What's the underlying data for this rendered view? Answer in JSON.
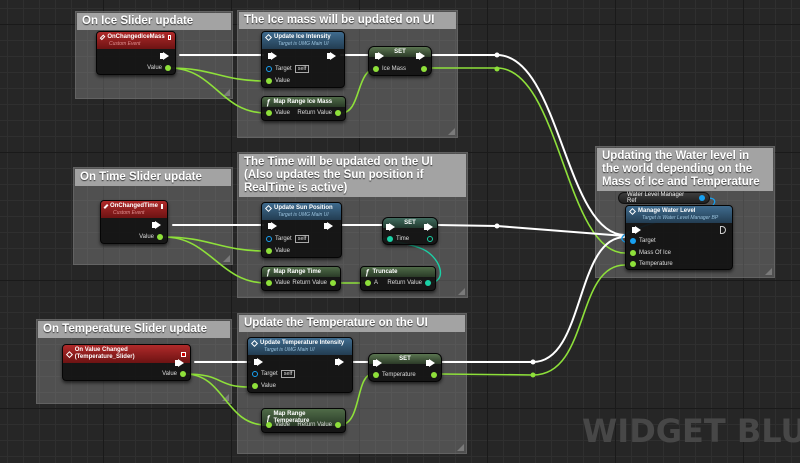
{
  "app": "Unreal Engine Blueprint Editor",
  "watermark": "WIDGET BLU",
  "colors": {
    "exec_wire": "#ffffff",
    "float_wire": "#8ee03a",
    "int_wire": "#1ad1a6",
    "object_wire": "#18a0f0",
    "event_header": "#a12424",
    "function_header": "#355a78",
    "pure_header": "#45603f"
  },
  "comments": [
    {
      "title": "On Ice Slider update"
    },
    {
      "title": "The Ice mass will be updated on UI"
    },
    {
      "title": "On Time Slider update"
    },
    {
      "title": "The Time will be updated on the UI (Also updates the Sun position if RealTime is active)"
    },
    {
      "title": "On Temperature Slider update"
    },
    {
      "title": "Update the Temperature on the UI"
    },
    {
      "title": "Updating the Water level in the world depending on the Mass of Ice and Temperature"
    }
  ],
  "nodes": {
    "ice_event": {
      "title": "OnChangedIceMass",
      "subtitle": "Custom Event",
      "pin_value": "Value"
    },
    "update_ice": {
      "title": "Update Ice Intensity",
      "subtitle": "Target is UMG Main UI",
      "pin_target": "Target",
      "target_default": "self",
      "pin_value": "Value"
    },
    "set_ice": {
      "title": "SET",
      "pin": "Ice Mass"
    },
    "map_ice": {
      "title": "Map Range Ice Mass",
      "pin_in": "Value",
      "pin_out": "Return Value"
    },
    "time_event": {
      "title": "OnChangedTime",
      "subtitle": "Custom Event",
      "pin_value": "Value"
    },
    "update_sun": {
      "title": "Update Sun Position",
      "subtitle": "Target is UMG Main UI",
      "pin_target": "Target",
      "target_default": "self",
      "pin_value": "Value"
    },
    "set_time": {
      "title": "SET",
      "pin": "Time"
    },
    "map_time": {
      "title": "Map Range Time",
      "pin_in": "Value",
      "pin_out": "Return Value"
    },
    "truncate": {
      "title": "Truncate",
      "pin_in": "A",
      "pin_out": "Return Value"
    },
    "temp_event": {
      "title": "On Value Changed (Temperature_Slider)",
      "pin_value": "Value"
    },
    "update_temp": {
      "title": "Update Temperature Intensity",
      "subtitle": "Target is UMG Main UI",
      "pin_target": "Target",
      "target_default": "self",
      "pin_value": "Value"
    },
    "set_temp": {
      "title": "SET",
      "pin": "Temperature"
    },
    "map_temp": {
      "title": "Map Range Temperature",
      "pin_in": "Value",
      "pin_out": "Return Value"
    },
    "water_ref": {
      "title": "Water Level Manager Ref"
    },
    "manage_water": {
      "title": "Manage Water Level",
      "subtitle": "Target is Water Level Manager BP",
      "pin_target": "Target",
      "pin_mass": "Mass Of Ice",
      "pin_temp": "Temperature"
    }
  }
}
